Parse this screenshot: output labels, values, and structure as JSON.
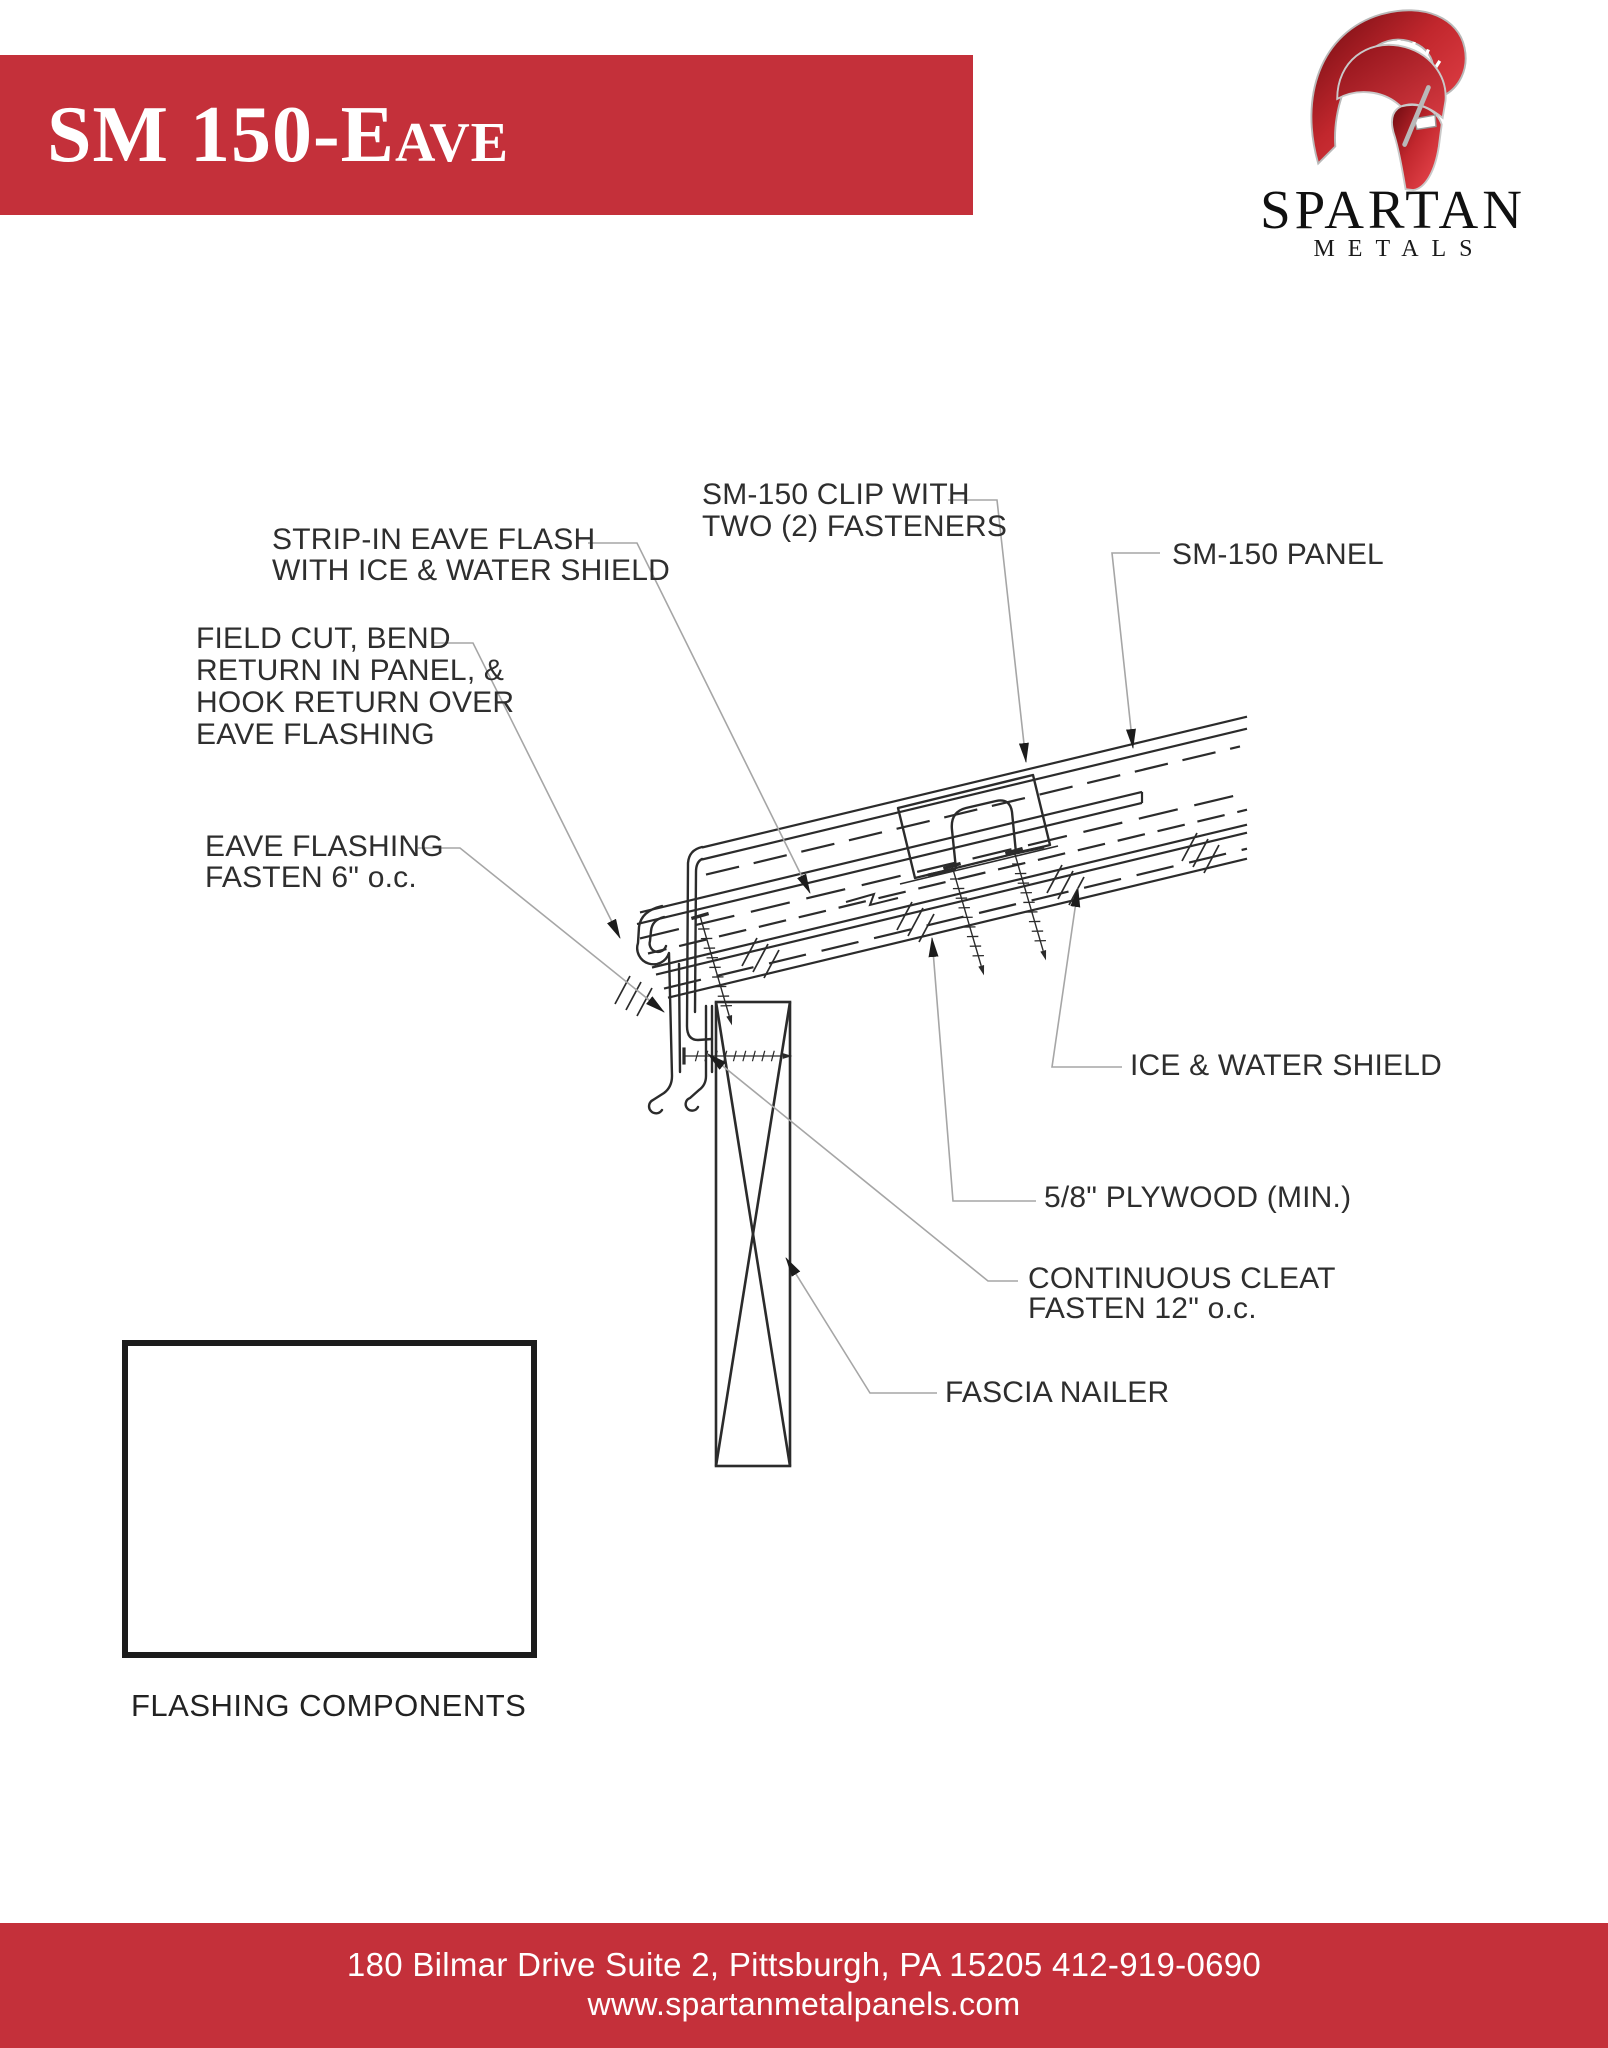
{
  "header": {
    "title": "SM 150-Eave"
  },
  "logo": {
    "brand": "SPARTAN",
    "sub": "METALS",
    "icon": "spartan-helmet-icon"
  },
  "diagram": {
    "labels": {
      "strip_in": [
        "STRIP-IN EAVE FLASH",
        "WITH ICE & WATER SHIELD"
      ],
      "field_cut": [
        "FIELD CUT, BEND",
        "RETURN IN PANEL, &",
        "HOOK RETURN OVER",
        "EAVE FLASHING"
      ],
      "eave_flash": [
        "EAVE FLASHING",
        "FASTEN 6\" o.c."
      ],
      "clip": [
        "SM-150 CLIP WITH",
        "TWO (2) FASTENERS"
      ],
      "panel": [
        "SM-150 PANEL"
      ],
      "ice_water": [
        "ICE & WATER SHIELD"
      ],
      "plywood": [
        "5/8\" PLYWOOD (MIN.)"
      ],
      "cleat": [
        "CONTINUOUS CLEAT",
        "FASTEN 12\" o.c."
      ],
      "fascia": [
        "FASCIA NAILER"
      ]
    }
  },
  "flashing_box": {
    "caption": "FLASHING COMPONENTS"
  },
  "footer": {
    "line1": "180 Bilmar Drive Suite 2, Pittsburgh, PA 15205 412-919-0690",
    "line2": "www.spartanmetalpanels.com"
  },
  "colors": {
    "accent": "#C4303A",
    "line": "#2B2B2B",
    "leader": "#A6A6A6"
  }
}
